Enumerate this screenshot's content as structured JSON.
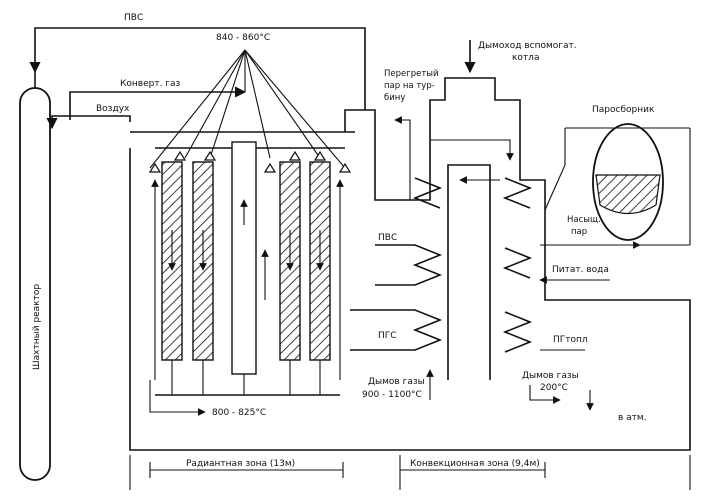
{
  "labels": {
    "pvs_top": "ПВС",
    "temp_top": "840 - 860°С",
    "konvert_gaz": "Конверт. газ",
    "vozduh": "Воздух",
    "dymohod_1": "Дымоход вспомогат.",
    "dymohod_2": "котла",
    "peregretyi_1": "Перегретый",
    "peregretyi_2": "пар на тур-",
    "peregretyi_3": "бину",
    "parosbornik": "Паросборник",
    "nasyshch_1": "Насыщ.",
    "nasyshch_2": "пар",
    "pvs_mid": "ПВС",
    "pitat_voda": "Питат. вода",
    "pgs": "ПГС",
    "pg_topl": "ПГтопл",
    "dymov_left_1": "Дымов газы",
    "dymov_left_2": "900 - 1100°С",
    "dymov_right_1": "Дымов газы",
    "dymov_right_2": "200°С",
    "v_atm": "в атм.",
    "temp_bottom": "800 - 825°С",
    "reactor": "Шахтный реактор",
    "zone_radiant": "Радиантная зона (13м)",
    "zone_convect": "Конвекционная зона (9,4м)"
  },
  "colors": {
    "ink": "#111111",
    "background": "#ffffff"
  }
}
